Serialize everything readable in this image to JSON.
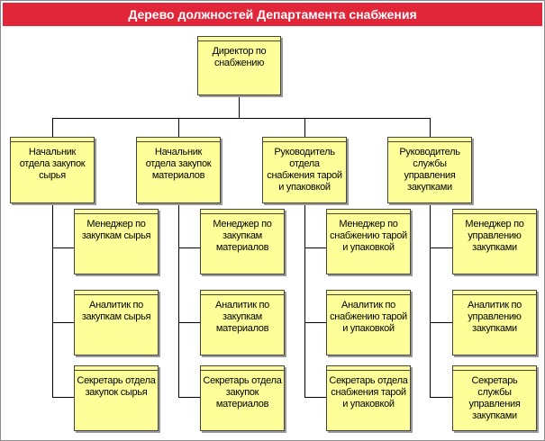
{
  "header": {
    "title": "Дерево должностей Департамента снабжения"
  },
  "diagram": {
    "root": "Директор по снабжению",
    "departments": [
      {
        "head": "Начальник отдела закупок сырья",
        "staff": [
          "Менеджер по закупкам сырья",
          "Аналитик по закупкам сырья",
          "Секретарь отдела закупок сырья"
        ]
      },
      {
        "head": "Начальник отдела закупок материалов",
        "staff": [
          "Менеджер по закупкам материалов",
          "Аналитик по закупкам материалов",
          "Секретарь отдела закупок материалов"
        ]
      },
      {
        "head": "Руководитель отдела снабжения тарой и упаковкой",
        "staff": [
          "Менеджер по снабжению тарой и упаковкой",
          "Аналитик по снабжению тарой и упаковкой",
          "Секретарь отдела снабжения тарой и упаковкой"
        ]
      },
      {
        "head": "Руководитель службы управления закупками",
        "staff": [
          "Менеджер по управлению закупками",
          "Аналитик по управлению закупками",
          "Секретарь службы управления закупками"
        ]
      }
    ]
  },
  "colors": {
    "header_bg": "#e2263a",
    "box_fill": "#ffff99",
    "line": "#000000"
  }
}
